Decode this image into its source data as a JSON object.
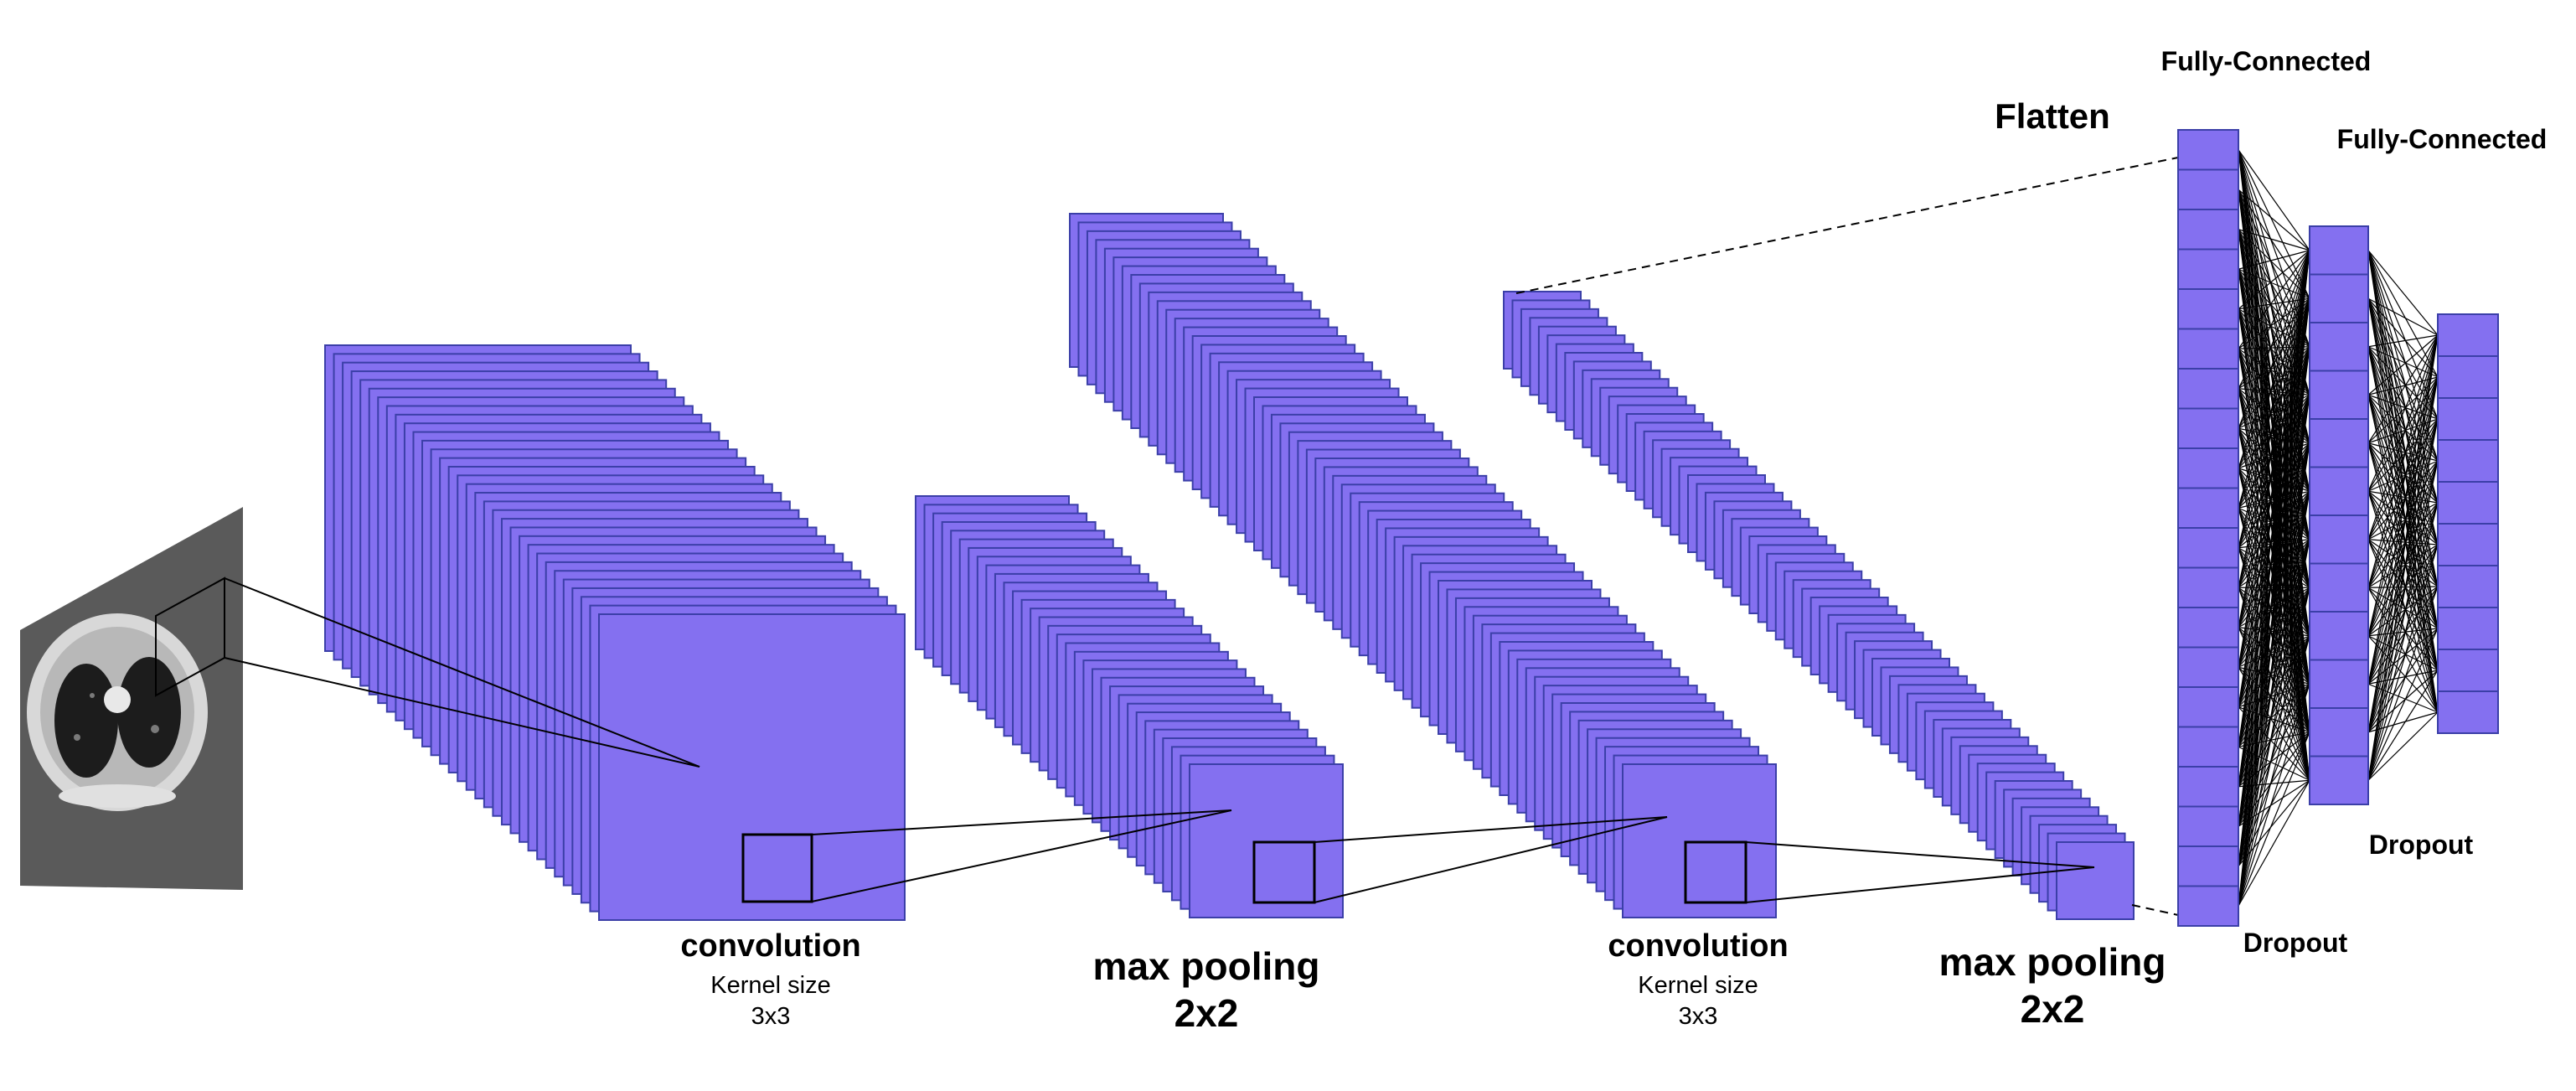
{
  "colors": {
    "map_fill": "#8470F0",
    "map_stroke": "#3B3FA8",
    "line": "#000000",
    "dash": "#000000"
  },
  "icons": {
    "input_scan": "ct-scan-slice-icon"
  },
  "layers": {
    "conv1": {
      "title": "convolution",
      "sub1": "Kernel size",
      "sub2": "3x3",
      "map_count": 32
    },
    "pool1": {
      "title1": "max pooling",
      "title2": "2x2",
      "map_count": 32
    },
    "conv2": {
      "title": "convolution",
      "sub1": "Kernel size",
      "sub2": "3x3",
      "map_count": 64
    },
    "pool2": {
      "title1": "max pooling",
      "title2": "2x2",
      "map_count": 64
    },
    "flatten": {
      "title": "Flatten"
    },
    "fc1": {
      "title": "Fully-Connected",
      "dropout": "Dropout",
      "cells": 20
    },
    "fc2": {
      "title": "Fully-Connected",
      "dropout": "Dropout",
      "cells": 12
    },
    "output": {
      "cells": 10
    }
  }
}
